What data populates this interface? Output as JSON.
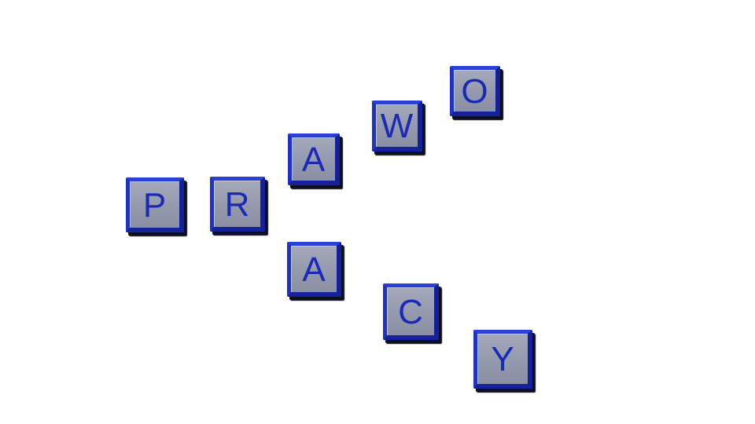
{
  "tiles": [
    {
      "id": "p",
      "letter": "P"
    },
    {
      "id": "r",
      "letter": "R"
    },
    {
      "id": "a1",
      "letter": "A"
    },
    {
      "id": "w",
      "letter": "W"
    },
    {
      "id": "o",
      "letter": "O"
    },
    {
      "id": "a2",
      "letter": "A"
    },
    {
      "id": "c",
      "letter": "C"
    },
    {
      "id": "y",
      "letter": "Y"
    }
  ],
  "colors": {
    "tile_border": "#1f33c2",
    "tile_face": "#9499ad",
    "letter": "#1b2ab4",
    "background": "#ffffff"
  }
}
